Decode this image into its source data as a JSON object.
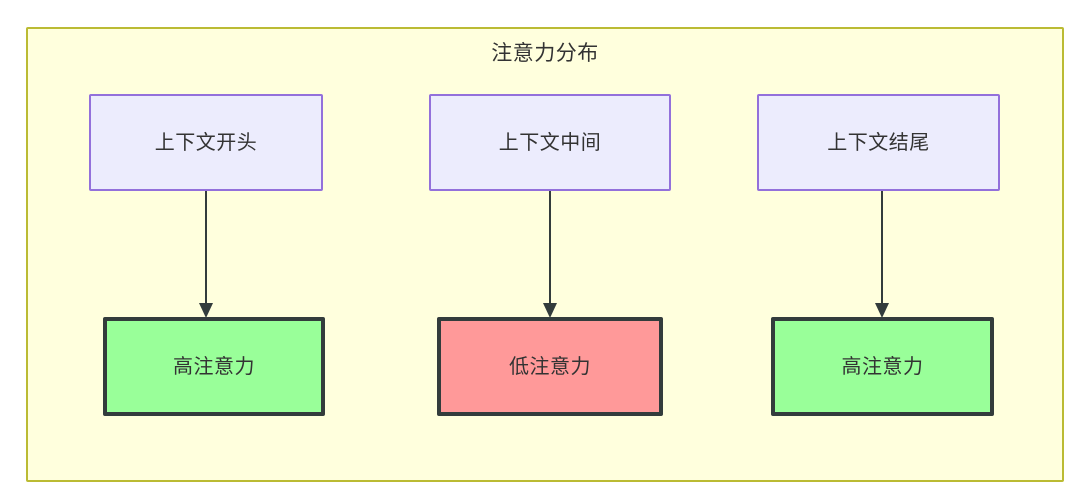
{
  "diagram": {
    "title": "注意力分布",
    "container": {
      "fill_color": "#ffffdd",
      "border_color": "#bbbb33"
    },
    "context_nodes": [
      {
        "label": "上下文开头",
        "fill_color": "#ececfd",
        "border_color": "#9370db"
      },
      {
        "label": "上下文中间",
        "fill_color": "#ececfd",
        "border_color": "#9370db"
      },
      {
        "label": "上下文结尾",
        "fill_color": "#ececfd",
        "border_color": "#9370db"
      }
    ],
    "attention_nodes": [
      {
        "label": "高注意力",
        "fill_color": "#99ff99",
        "border_color": "#333c3c"
      },
      {
        "label": "低注意力",
        "fill_color": "#ff9999",
        "border_color": "#333c3c"
      },
      {
        "label": "高注意力",
        "fill_color": "#99ff99",
        "border_color": "#333c3c"
      }
    ],
    "edges": [
      {
        "from": "上下文开头",
        "to": "高注意力"
      },
      {
        "from": "上下文中间",
        "to": "低注意力"
      },
      {
        "from": "上下文结尾",
        "to": "高注意力"
      }
    ]
  }
}
